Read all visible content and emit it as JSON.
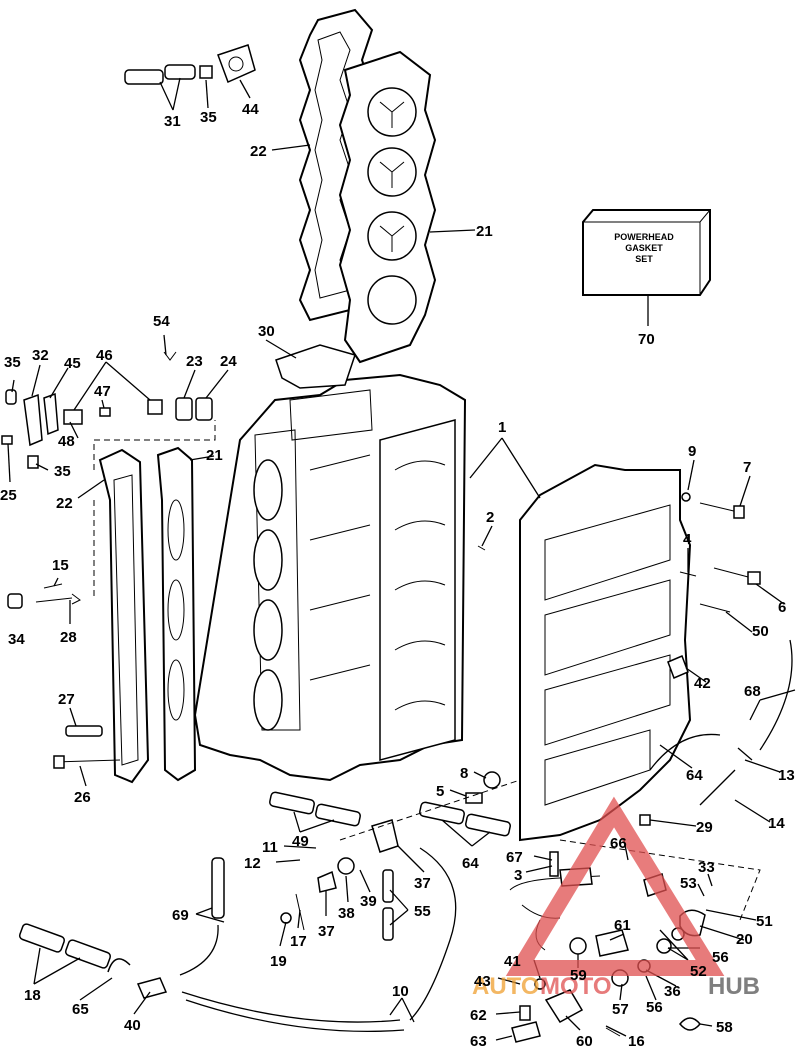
{
  "box": {
    "lines": [
      "POWERHEAD",
      "GASKET",
      "SET"
    ]
  },
  "watermark": {
    "part1": "AUTO",
    "part2": "MOTO",
    "part3": "HUB",
    "color_auto": "#f0a030",
    "color_moto": "#e05050",
    "color_hub": "#555555",
    "triangle_color": "#e05050"
  },
  "labels": [
    {
      "id": "31",
      "t": "31"
    },
    {
      "id": "35a",
      "t": "35"
    },
    {
      "id": "44",
      "t": "44"
    },
    {
      "id": "22a",
      "t": "22"
    },
    {
      "id": "21a",
      "t": "21"
    },
    {
      "id": "70",
      "t": "70"
    },
    {
      "id": "54",
      "t": "54"
    },
    {
      "id": "30",
      "t": "30"
    },
    {
      "id": "35b",
      "t": "35"
    },
    {
      "id": "32",
      "t": "32"
    },
    {
      "id": "45",
      "t": "45"
    },
    {
      "id": "46",
      "t": "46"
    },
    {
      "id": "23",
      "t": "23"
    },
    {
      "id": "24",
      "t": "24"
    },
    {
      "id": "47",
      "t": "47"
    },
    {
      "id": "48",
      "t": "48"
    },
    {
      "id": "21b",
      "t": "21"
    },
    {
      "id": "1",
      "t": "1"
    },
    {
      "id": "25",
      "t": "25"
    },
    {
      "id": "35c",
      "t": "35"
    },
    {
      "id": "22b",
      "t": "22"
    },
    {
      "id": "9",
      "t": "9"
    },
    {
      "id": "7",
      "t": "7"
    },
    {
      "id": "2",
      "t": "2"
    },
    {
      "id": "4",
      "t": "4"
    },
    {
      "id": "15",
      "t": "15"
    },
    {
      "id": "6",
      "t": "6"
    },
    {
      "id": "34",
      "t": "34"
    },
    {
      "id": "28",
      "t": "28"
    },
    {
      "id": "50",
      "t": "50"
    },
    {
      "id": "42",
      "t": "42"
    },
    {
      "id": "68",
      "t": "68"
    },
    {
      "id": "27",
      "t": "27"
    },
    {
      "id": "13",
      "t": "13"
    },
    {
      "id": "64a",
      "t": "64"
    },
    {
      "id": "8",
      "t": "8"
    },
    {
      "id": "26",
      "t": "26"
    },
    {
      "id": "5",
      "t": "5"
    },
    {
      "id": "14",
      "t": "14"
    },
    {
      "id": "49",
      "t": "49"
    },
    {
      "id": "29",
      "t": "29"
    },
    {
      "id": "11",
      "t": "11"
    },
    {
      "id": "64b",
      "t": "64"
    },
    {
      "id": "66",
      "t": "66"
    },
    {
      "id": "12",
      "t": "12"
    },
    {
      "id": "67",
      "t": "67"
    },
    {
      "id": "3",
      "t": "3"
    },
    {
      "id": "37a",
      "t": "37"
    },
    {
      "id": "33",
      "t": "33"
    },
    {
      "id": "53",
      "t": "53"
    },
    {
      "id": "69",
      "t": "69"
    },
    {
      "id": "38",
      "t": "38"
    },
    {
      "id": "39",
      "t": "39"
    },
    {
      "id": "55",
      "t": "55"
    },
    {
      "id": "51",
      "t": "51"
    },
    {
      "id": "17",
      "t": "17"
    },
    {
      "id": "37b",
      "t": "37"
    },
    {
      "id": "61",
      "t": "61"
    },
    {
      "id": "20",
      "t": "20"
    },
    {
      "id": "19",
      "t": "19"
    },
    {
      "id": "56a",
      "t": "56"
    },
    {
      "id": "41",
      "t": "41"
    },
    {
      "id": "59",
      "t": "59"
    },
    {
      "id": "52",
      "t": "52"
    },
    {
      "id": "18",
      "t": "18"
    },
    {
      "id": "43",
      "t": "43"
    },
    {
      "id": "36",
      "t": "36"
    },
    {
      "id": "65",
      "t": "65"
    },
    {
      "id": "10",
      "t": "10"
    },
    {
      "id": "57",
      "t": "57"
    },
    {
      "id": "56b",
      "t": "56"
    },
    {
      "id": "40",
      "t": "40"
    },
    {
      "id": "62",
      "t": "62"
    },
    {
      "id": "60",
      "t": "60"
    },
    {
      "id": "16",
      "t": "16"
    },
    {
      "id": "58",
      "t": "58"
    },
    {
      "id": "63",
      "t": "63"
    }
  ]
}
